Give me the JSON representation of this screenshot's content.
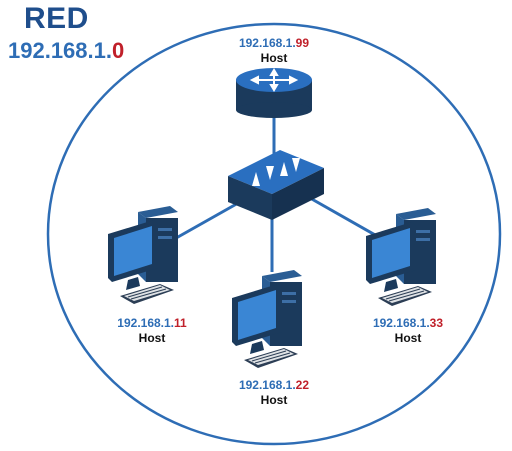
{
  "network": {
    "name": "RED",
    "address_prefix": "192.168.1.",
    "address_suffix": "0"
  },
  "colors": {
    "circle": "#2e6db5",
    "link": "#2e6db5",
    "device_blue": "#2a6fc0",
    "device_dark": "#1b3a5c",
    "ip_prefix": "#2e6db5",
    "ip_suffix": "#c0202a"
  },
  "devices": {
    "router": {
      "icon": "router-icon",
      "ip_prefix": "192.168.1.",
      "ip_suffix": "99",
      "role": "Host"
    },
    "switch": {
      "icon": "switch-icon"
    },
    "host_left": {
      "icon": "computer-icon",
      "ip_prefix": "192.168.1.",
      "ip_suffix": "11",
      "role": "Host"
    },
    "host_middle": {
      "icon": "computer-icon",
      "ip_prefix": "192.168.1.",
      "ip_suffix": "22",
      "role": "Host"
    },
    "host_right": {
      "icon": "computer-icon",
      "ip_prefix": "192.168.1.",
      "ip_suffix": "33",
      "role": "Host"
    }
  }
}
